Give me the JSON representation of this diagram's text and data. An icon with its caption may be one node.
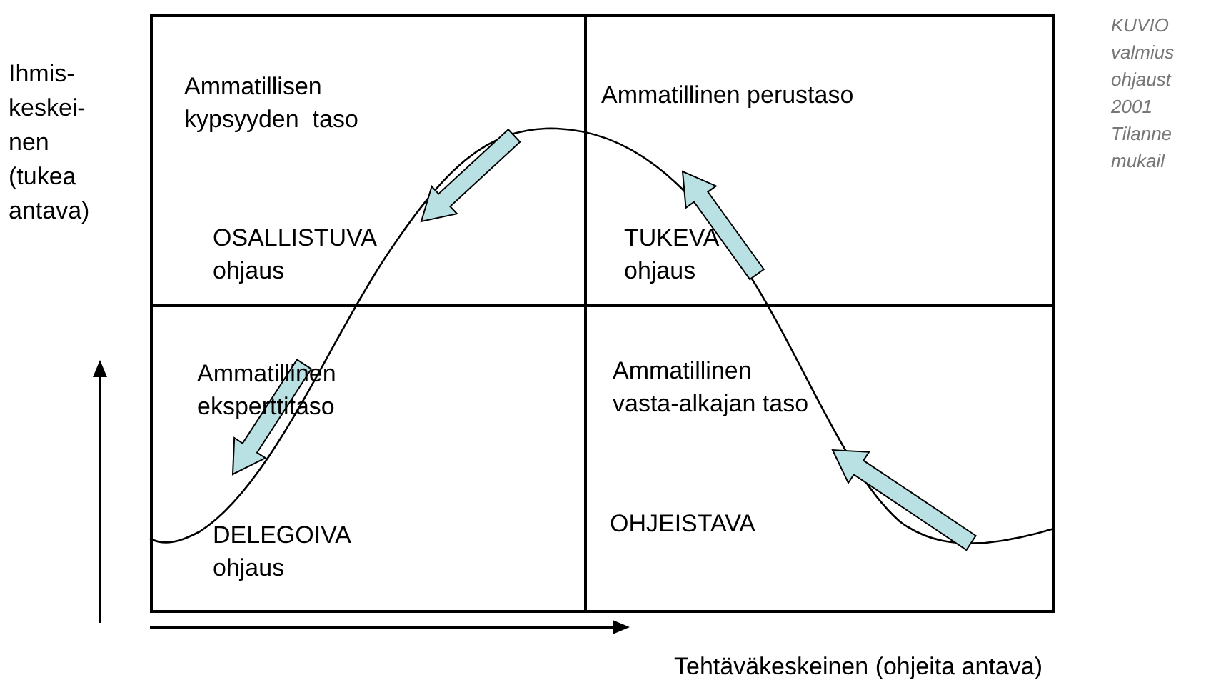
{
  "diagram": {
    "caption": "KUVIO valmius ohjaust 2001 Tilanne mukail",
    "nodes": [
      {
        "text": [
          "Ammatillisen kypsyyden  taso",
          "OSALLISTUVA ohjaus"
        ]
      },
      {
        "text": [
          "Ammatillinen perustaso",
          "TUKEVA ohjaus"
        ]
      },
      {
        "text": [
          "Ammatillinen eksperttitaso",
          "DELEGOIVA ohjaus"
        ]
      },
      {
        "text": [
          "Ammatillinen vasta-alkajan taso",
          "OHJEISTAVA"
        ]
      }
    ],
    "labels": [
      "Ihmis- keskei- nen (tukea antava)",
      "Tehtäväkeskeinen (ohjeita antava)"
    ]
  }
}
